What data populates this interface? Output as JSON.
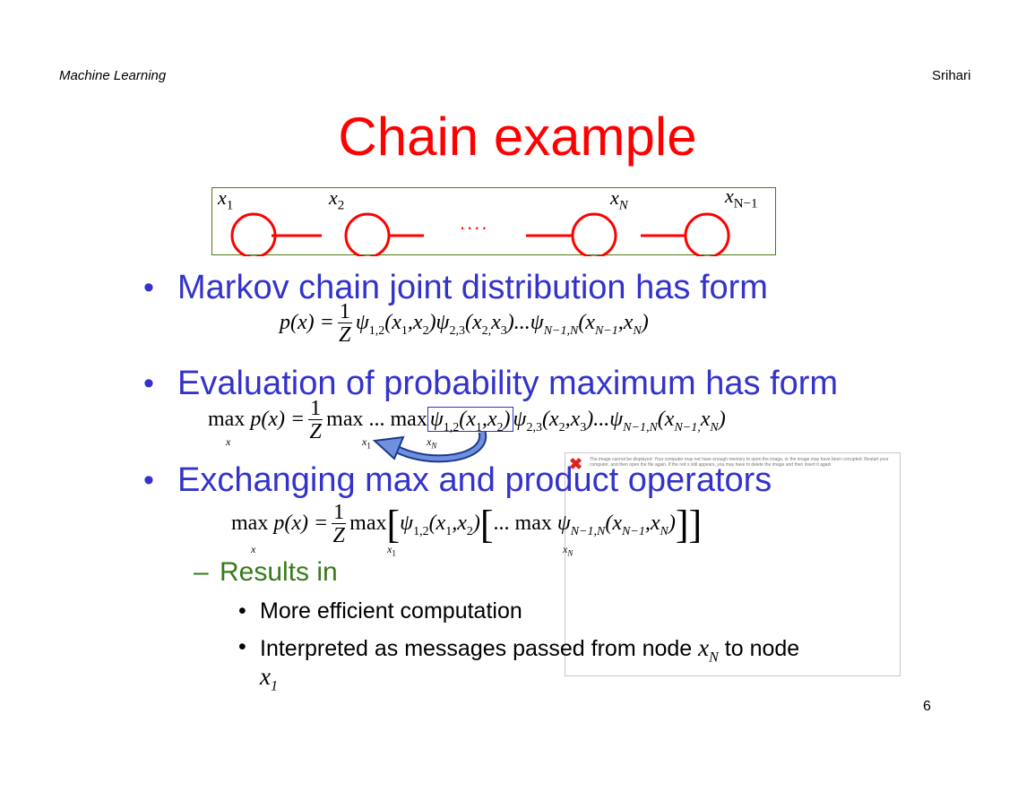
{
  "header": {
    "left": "Machine Learning",
    "right": "Srihari"
  },
  "title": "Chain example",
  "diagram": {
    "nodes": [
      "x1",
      "x2",
      "xN",
      "xN-1"
    ],
    "labels": {
      "x1": "x",
      "x1_sub": "1",
      "x2": "x",
      "x2_sub": "2",
      "xN": "x",
      "xN_sub": "N",
      "xNm1": "x",
      "xNm1_sub": "N−1"
    },
    "ellipsis": "...."
  },
  "bullets": [
    "Markov chain joint distribution has form",
    "Evaluation of probability maximum has form",
    "Exchanging max and product operators"
  ],
  "sub_bullet": "Results in",
  "sub_sub_bullets": [
    "More efficient computation",
    "Interpreted as messages passed from node",
    "to node"
  ],
  "math_vars": {
    "xN": "x",
    "xN_sub": "N",
    "x1": "x",
    "x1_sub": "1"
  },
  "broken_image_text": "The image cannot be displayed. Your computer may not have enough memory to open the image, or the image may have been corrupted. Restart your computer, and then open the file again. If the red x still appears, you may have to delete the image and then insert it again.",
  "page_number": "6",
  "colors": {
    "title": "#ff0000",
    "bullet": "#3333cc",
    "sub_bullet": "#3a7a1a",
    "diagram_node": "#ff0000",
    "diagram_border": "#4a7a12"
  }
}
